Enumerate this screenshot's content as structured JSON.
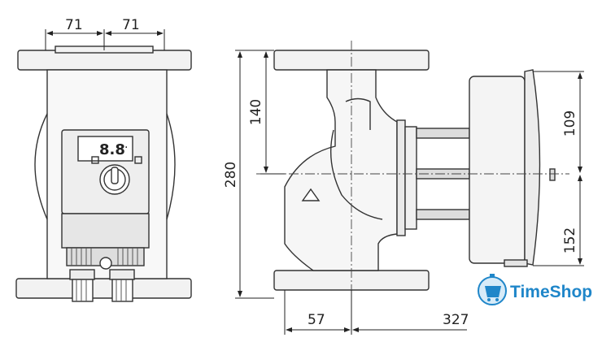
{
  "drawing": {
    "front_view": {
      "dim_left": "71",
      "dim_right": "71",
      "display_digits": "8.8",
      "display_dot": "·"
    },
    "side_view": {
      "dim_total_height": "280",
      "dim_upper_height": "140",
      "dim_motor_upper": "109",
      "dim_motor_lower": "152",
      "dim_bottom_left": "57",
      "dim_bottom_right": "327"
    }
  },
  "watermark": {
    "brand": "TimeShop",
    "icon": "stopwatch-cart-icon",
    "color": "#1f86c9"
  }
}
